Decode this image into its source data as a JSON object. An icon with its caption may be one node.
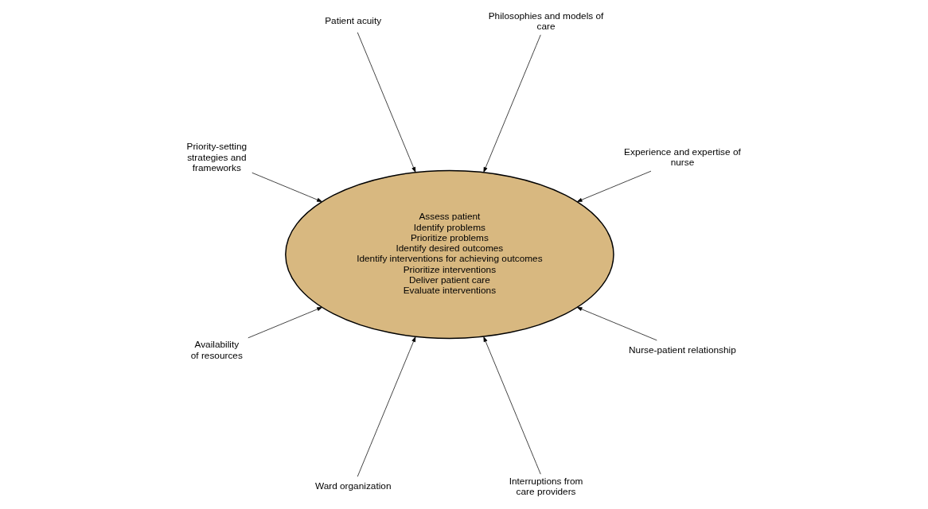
{
  "diagram": {
    "nodes": [
      {
        "text": [
          "Assess patient",
          "Identify problems",
          "Prioritize problems",
          "Identify desired outcomes",
          "Identify interventions for achieving outcomes",
          "Prioritize interventions",
          "Deliver patient care",
          "Evaluate interventions"
        ]
      },
      {
        "text": [
          "Experience and expertise of nurse"
        ]
      },
      {
        "text": [
          "Philosophies and models of care"
        ]
      },
      {
        "text": [
          "Patient acuity"
        ]
      },
      {
        "text": [
          "Priority-setting strategies and frameworks"
        ]
      },
      {
        "text": [
          "Availability of resources"
        ]
      },
      {
        "text": [
          "Ward organization"
        ]
      },
      {
        "text": [
          "Interruptions from care providers"
        ]
      },
      {
        "text": [
          "Nurse-patient relationship"
        ]
      }
    ],
    "edges": [
      {
        "from": 1,
        "to": 0,
        "arrow": "to"
      },
      {
        "from": 2,
        "to": 0,
        "arrow": "to"
      },
      {
        "from": 3,
        "to": 0,
        "arrow": "to"
      },
      {
        "from": 4,
        "to": 0,
        "arrow": "to"
      },
      {
        "from": 5,
        "to": 0,
        "arrow": "to"
      },
      {
        "from": 6,
        "to": 0,
        "arrow": "to"
      },
      {
        "from": 7,
        "to": 0,
        "arrow": "to"
      },
      {
        "from": 8,
        "to": 0,
        "arrow": "to"
      }
    ]
  }
}
